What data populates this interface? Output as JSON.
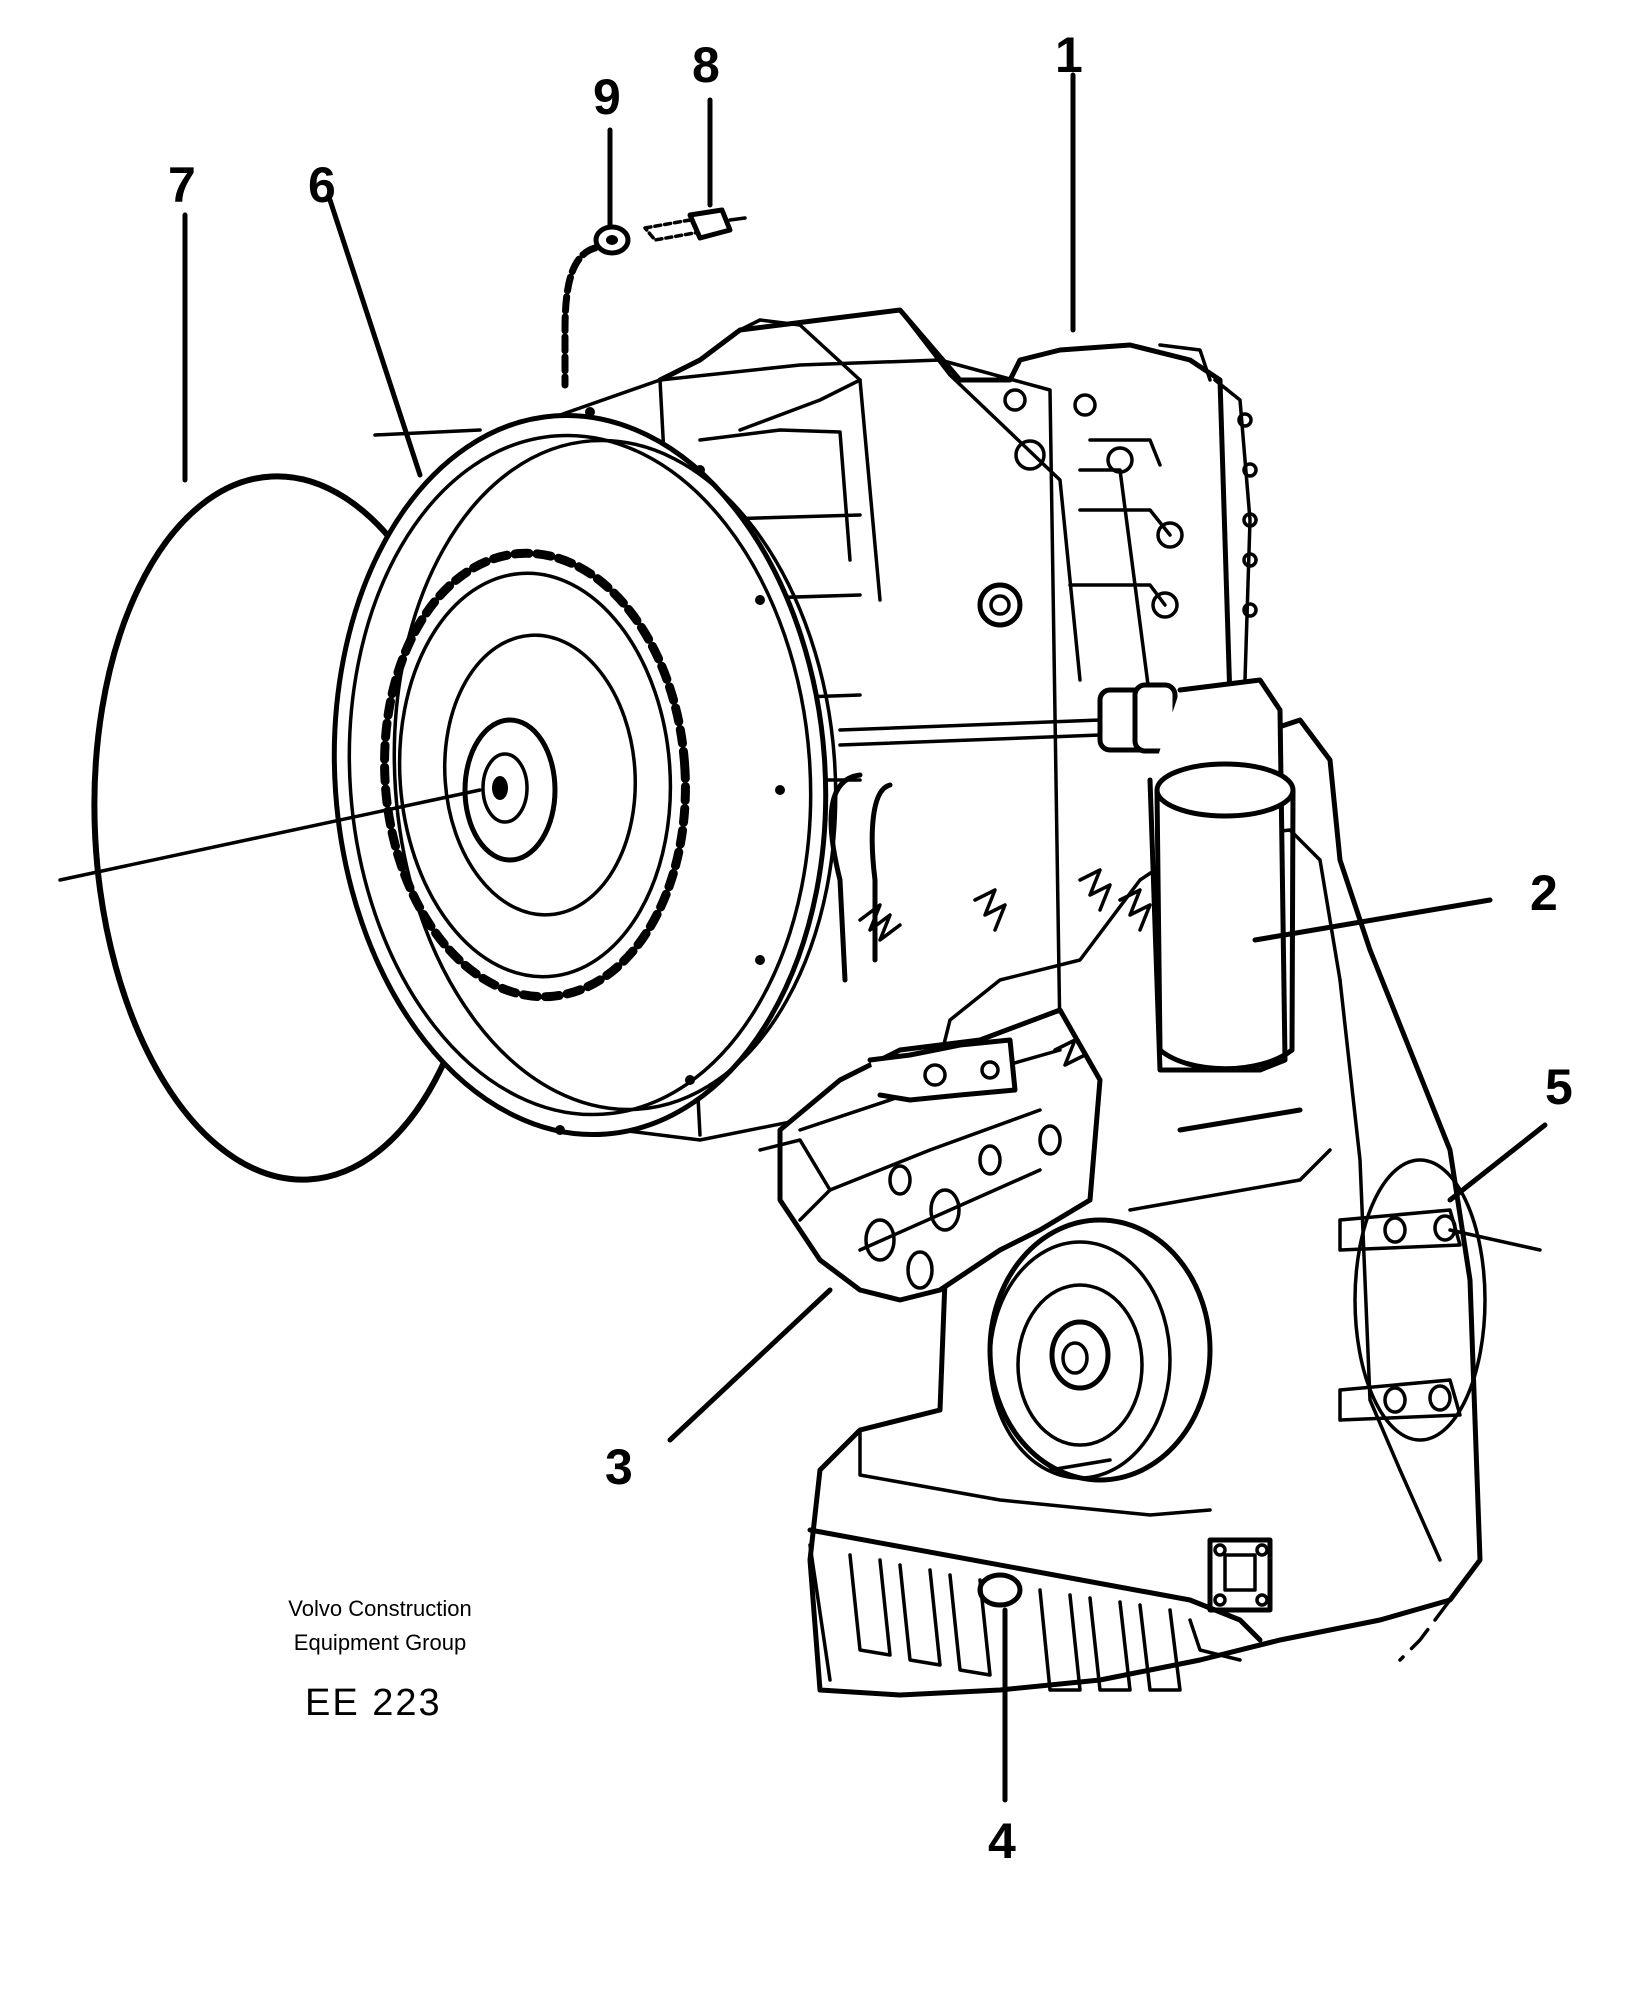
{
  "callouts": [
    {
      "id": "1",
      "label": "1"
    },
    {
      "id": "2",
      "label": "2"
    },
    {
      "id": "3",
      "label": "3"
    },
    {
      "id": "4",
      "label": "4"
    },
    {
      "id": "5",
      "label": "5"
    },
    {
      "id": "6",
      "label": "6"
    },
    {
      "id": "7",
      "label": "7"
    },
    {
      "id": "8",
      "label": "8"
    },
    {
      "id": "9",
      "label": "9"
    }
  ],
  "footer": {
    "maker_line1": "Volvo Construction",
    "maker_line2": "Equipment Group",
    "drawing_code": "EE  223"
  }
}
